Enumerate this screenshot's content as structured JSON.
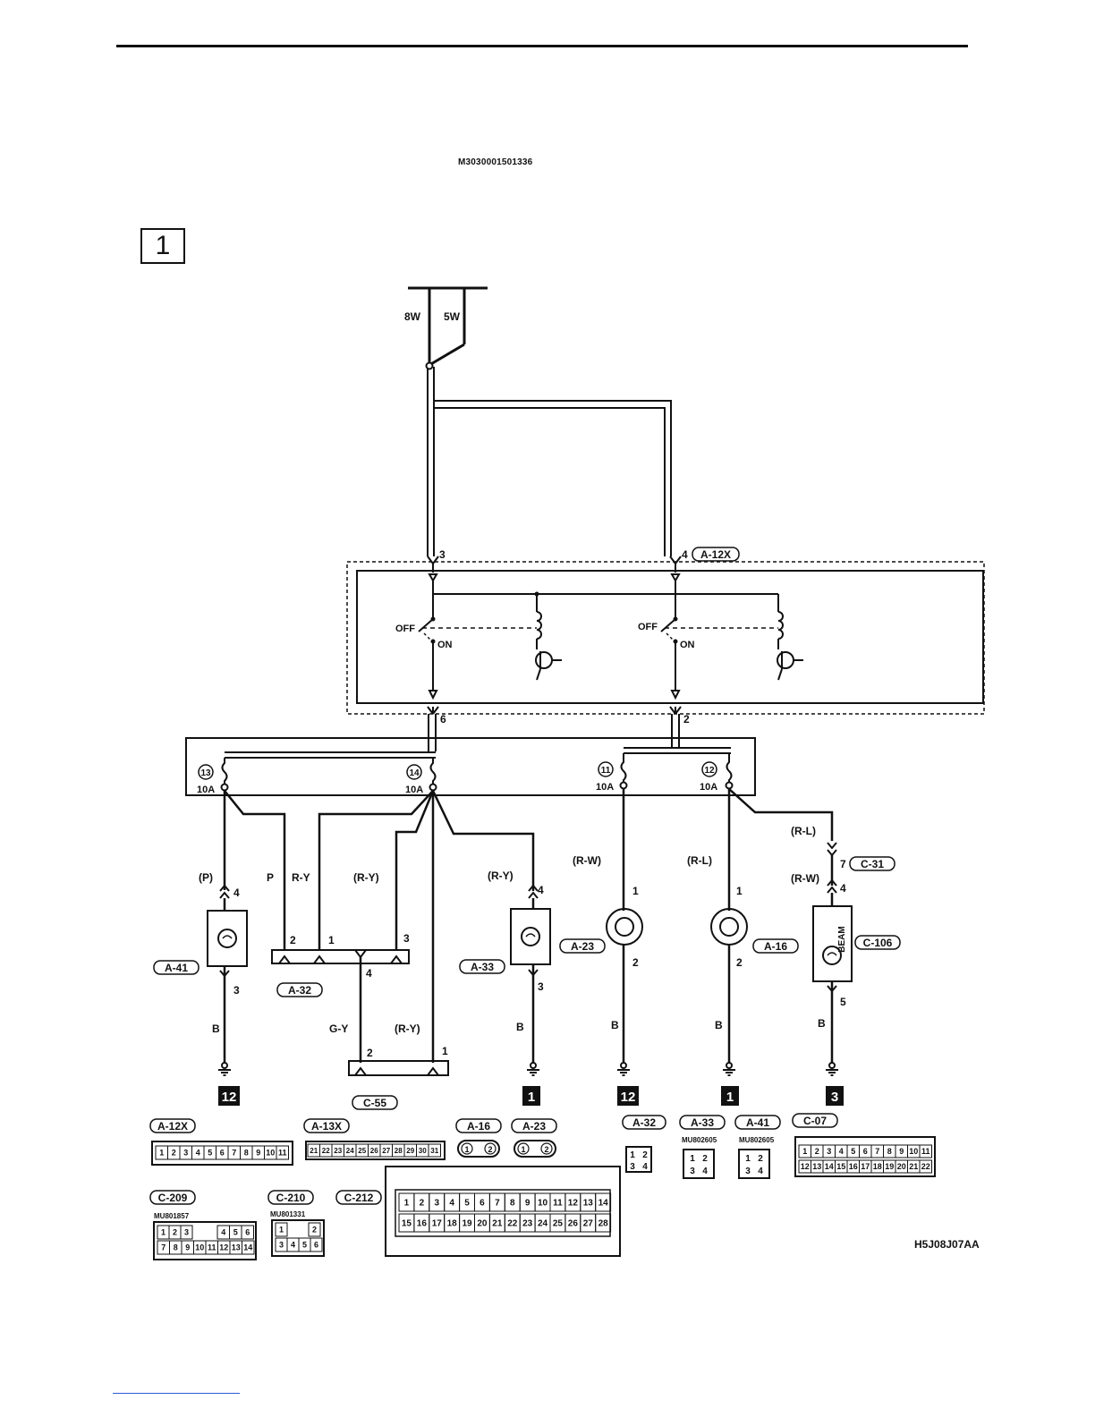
{
  "header": {
    "document_code": "M3030001501336",
    "section_number": "1",
    "figure_code": "H5J08J07AA"
  },
  "wires": {
    "source_left": "8W",
    "source_right": "5W"
  },
  "relay": {
    "connector_label": "A-12X",
    "terminal_in_left": "3",
    "terminal_in_right": "4",
    "terminal_out_left": "6",
    "terminal_out_right": "2",
    "switch_off_label": "OFF",
    "switch_on_label": "ON"
  },
  "fuses": [
    {
      "number": "13",
      "rating": "10A"
    },
    {
      "number": "14",
      "rating": "10A"
    },
    {
      "number": "11",
      "rating": "10A"
    },
    {
      "number": "12",
      "rating": "10A"
    }
  ],
  "labels": {
    "wire_p_paren": "(P)",
    "wire_p": "P",
    "wire_ry": "R-Y",
    "wire_ry_paren": "(R-Y)",
    "wire_rw_paren": "(R-W)",
    "wire_rl_paren": "(R-L)",
    "wire_gy": "G-Y",
    "wire_b": "B",
    "beam": "BEAM"
  },
  "connectors": {
    "a41": "A-41",
    "a32": "A-32",
    "a33": "A-33",
    "a23": "A-23",
    "a16": "A-16",
    "c106": "C-106",
    "c31": "C-31",
    "c55": "C-55"
  },
  "pins": {
    "p1": "1",
    "p2": "2",
    "p3": "3",
    "p4": "4",
    "p5": "5",
    "p7": "7"
  },
  "grounds": {
    "g_a41": "12",
    "g_a33": "1",
    "g_a23": "12",
    "g_a16": "1",
    "g_c106": "3"
  },
  "legend": {
    "a12x": "A-12X",
    "a13x": "A-13X",
    "a16": "A-16",
    "a23": "A-23",
    "a32": "A-32",
    "a33": "A-33",
    "a41": "A-41",
    "c07": "C-07",
    "c209": "C-209",
    "c210": "C-210",
    "c212": "C-212",
    "part_a33": "MU802605",
    "part_a41": "MU802605",
    "part_c209": "MU801857",
    "part_c210": "MU801331",
    "a12x_pins": [
      "1",
      "2",
      "3",
      "4",
      "5",
      "6",
      "7",
      "8",
      "9",
      "10",
      "11"
    ],
    "a13x_pins": [
      "21",
      "22",
      "23",
      "24",
      "25",
      "26",
      "27",
      "28",
      "29",
      "30",
      "31"
    ],
    "c07_row1": [
      "1",
      "2",
      "3",
      "4",
      "5",
      "6",
      "7",
      "8",
      "9",
      "10",
      "11"
    ],
    "c07_row2": [
      "12",
      "13",
      "14",
      "15",
      "16",
      "17",
      "18",
      "19",
      "20",
      "21",
      "22"
    ],
    "c212_row1": [
      "1",
      "2",
      "3",
      "4",
      "5",
      "6",
      "7",
      "8",
      "9",
      "10",
      "11",
      "12",
      "13",
      "14"
    ],
    "c212_row2": [
      "15",
      "16",
      "17",
      "18",
      "19",
      "20",
      "21",
      "22",
      "23",
      "24",
      "25",
      "26",
      "27",
      "28"
    ],
    "c209_row1": [
      "1",
      "2",
      "3",
      "4",
      "5",
      "6"
    ],
    "c209_row2": [
      "7",
      "8",
      "9",
      "10",
      "11",
      "12",
      "13",
      "14"
    ],
    "c210_row1": [
      "1",
      "2"
    ],
    "c210_row2": [
      "3",
      "4",
      "5",
      "6"
    ],
    "two_pin": [
      "1",
      "2"
    ],
    "four_pin": [
      "1",
      "2",
      "3",
      "4"
    ]
  }
}
